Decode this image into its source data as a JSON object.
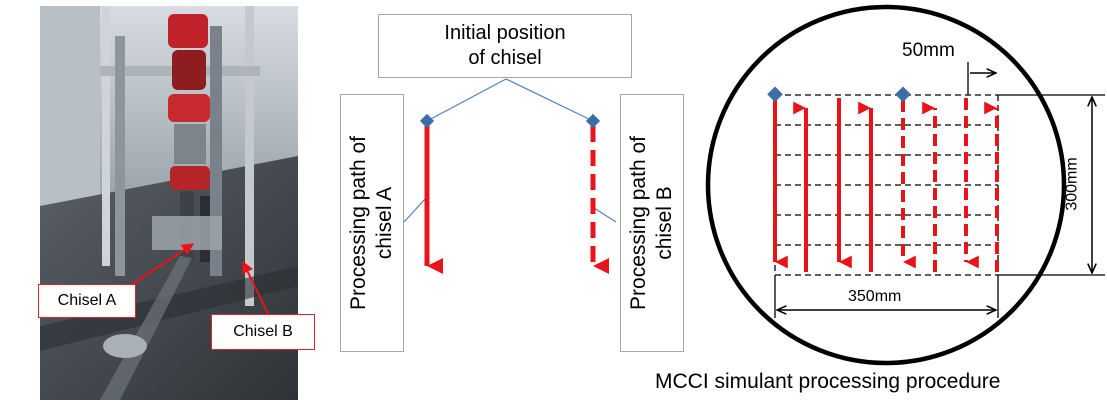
{
  "photo_callouts": {
    "chisel_a": "Chisel A",
    "chisel_b": "Chisel B"
  },
  "diagram": {
    "initial_position_line1": "Initial position",
    "initial_position_line2": "of chisel",
    "path_a_line1": "Processing path of",
    "path_a_line2": "chisel A",
    "path_b_line1": "Processing path of",
    "path_b_line2": "chisel B"
  },
  "procedure": {
    "spacing_label": "50mm",
    "height_label": "300mm",
    "width_label": "350mm",
    "caption": "MCCI simulant processing procedure"
  },
  "colors": {
    "path_red": "#e8141a",
    "marker_blue": "#3b6ea8",
    "callout_border": "#d9262b",
    "connector": "#4f81bd"
  }
}
